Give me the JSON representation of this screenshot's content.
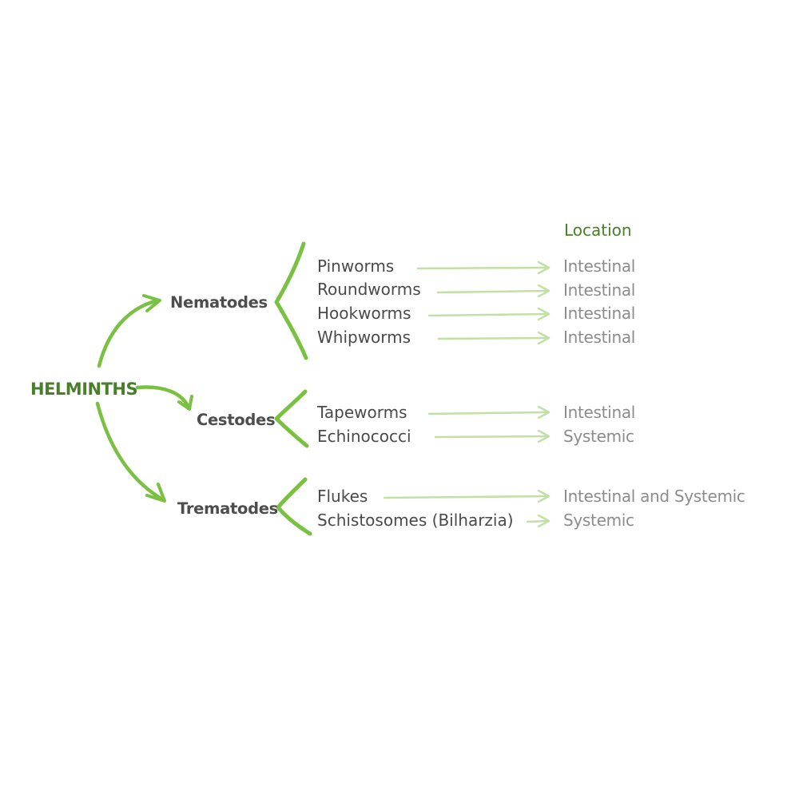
{
  "root": {
    "label": "HELMINTHS"
  },
  "location_header": "Location",
  "colors": {
    "accent": "#7ac142",
    "arrow_light": "#c2e0a6",
    "root_text": "#4a7f2a"
  },
  "groups": [
    {
      "label": "Nematodes",
      "items": [
        {
          "name": "Pinworms",
          "location": "Intestinal"
        },
        {
          "name": "Roundworms",
          "location": "Intestinal"
        },
        {
          "name": "Hookworms",
          "location": "Intestinal"
        },
        {
          "name": "Whipworms",
          "location": "Intestinal"
        }
      ]
    },
    {
      "label": "Cestodes",
      "items": [
        {
          "name": "Tapeworms",
          "location": "Intestinal"
        },
        {
          "name": "Echinococci",
          "location": "Systemic"
        }
      ]
    },
    {
      "label": "Trematodes",
      "items": [
        {
          "name": "Flukes",
          "location": "Intestinal and Systemic"
        },
        {
          "name": "Schistosomes (Bilharzia)",
          "location": "Systemic"
        }
      ]
    }
  ]
}
